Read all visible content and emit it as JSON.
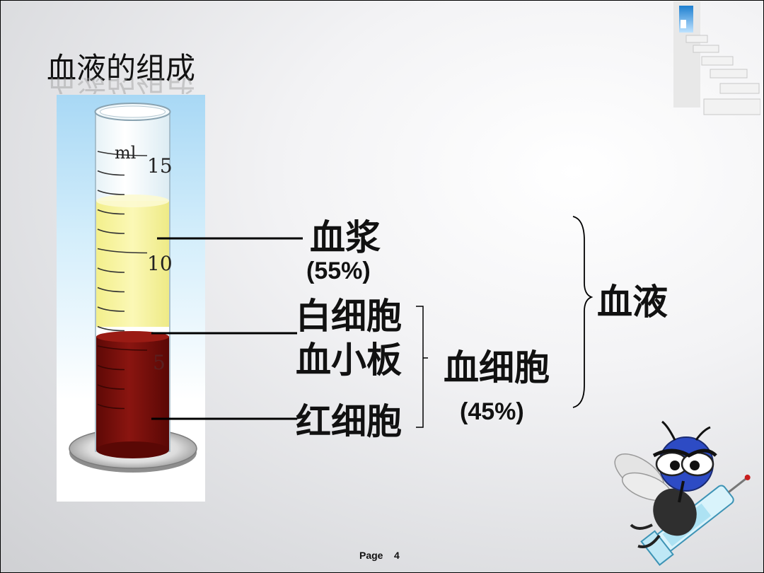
{
  "slide": {
    "title": "血液的组成",
    "page_label": "Page",
    "page_number": "4"
  },
  "cylinder": {
    "unit": "ml",
    "tick_labels": [
      "15",
      "10",
      "5"
    ],
    "layers": [
      {
        "name": "plasma",
        "color": "#f7f3a0"
      },
      {
        "name": "white-layer",
        "color": "#ffffff"
      },
      {
        "name": "red-cells",
        "color": "#7a0d0a"
      }
    ]
  },
  "labels": {
    "plasma": "血浆",
    "plasma_pct": "(55%)",
    "white_cells": "白细胞",
    "platelets": "血小板",
    "red_cells": "红细胞",
    "blood_cells": "血细胞",
    "blood_cells_pct": "(45%)",
    "blood": "血液"
  },
  "icons": [
    "stairs-icon",
    "mosquito-syringe-icon"
  ]
}
